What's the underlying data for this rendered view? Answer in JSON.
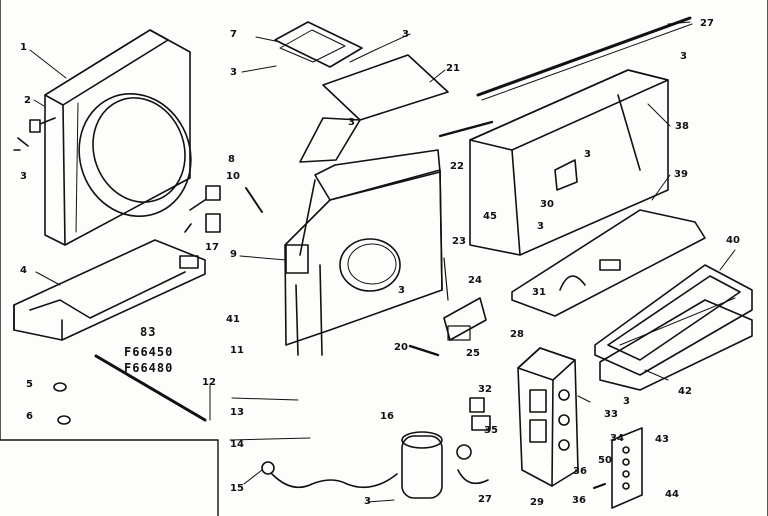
{
  "diagram": {
    "model_block": [
      "83",
      "F66450",
      "F66480"
    ],
    "callouts": [
      "1",
      "2",
      "3",
      "3",
      "3",
      "3",
      "3",
      "3",
      "3",
      "3",
      "3",
      "3",
      "4",
      "5",
      "6",
      "7",
      "8",
      "9",
      "10",
      "11",
      "12",
      "13",
      "14",
      "15",
      "16",
      "17",
      "20",
      "21",
      "22",
      "23",
      "24",
      "25",
      "27",
      "27",
      "28",
      "29",
      "30",
      "31",
      "32",
      "33",
      "34",
      "35",
      "36",
      "36",
      "38",
      "39",
      "40",
      "41",
      "42",
      "43",
      "44",
      "45",
      "50"
    ],
    "colors": {
      "ink": "#111111",
      "paper": "#fdfdfb"
    }
  }
}
